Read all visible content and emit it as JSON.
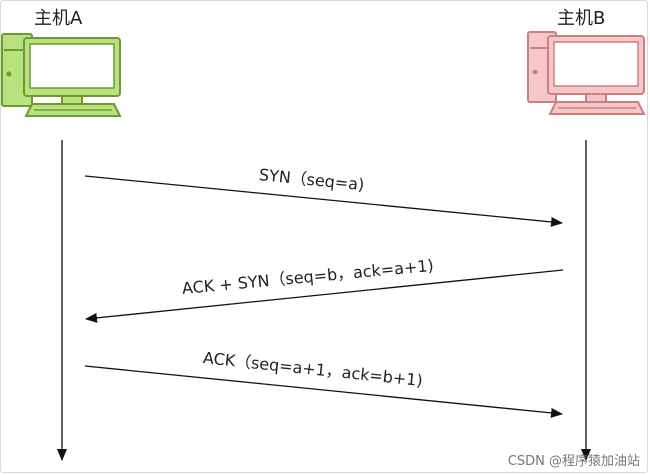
{
  "hosts": {
    "a": {
      "label": "主机A",
      "color": "#a4d162"
    },
    "b": {
      "label": "主机B",
      "color": "#f5b5b5"
    }
  },
  "messages": [
    {
      "label": "SYN（seq=a)",
      "direction": "A→B"
    },
    {
      "label": "ACK + SYN（seq=b，ack=a+1)",
      "direction": "B→A"
    },
    {
      "label": "ACK（seq=a+1，ack=b+1)",
      "direction": "A→B"
    }
  ],
  "icons": [
    "computer-icon",
    "computer-icon"
  ],
  "watermark": "CSDN @程序猿加油站"
}
